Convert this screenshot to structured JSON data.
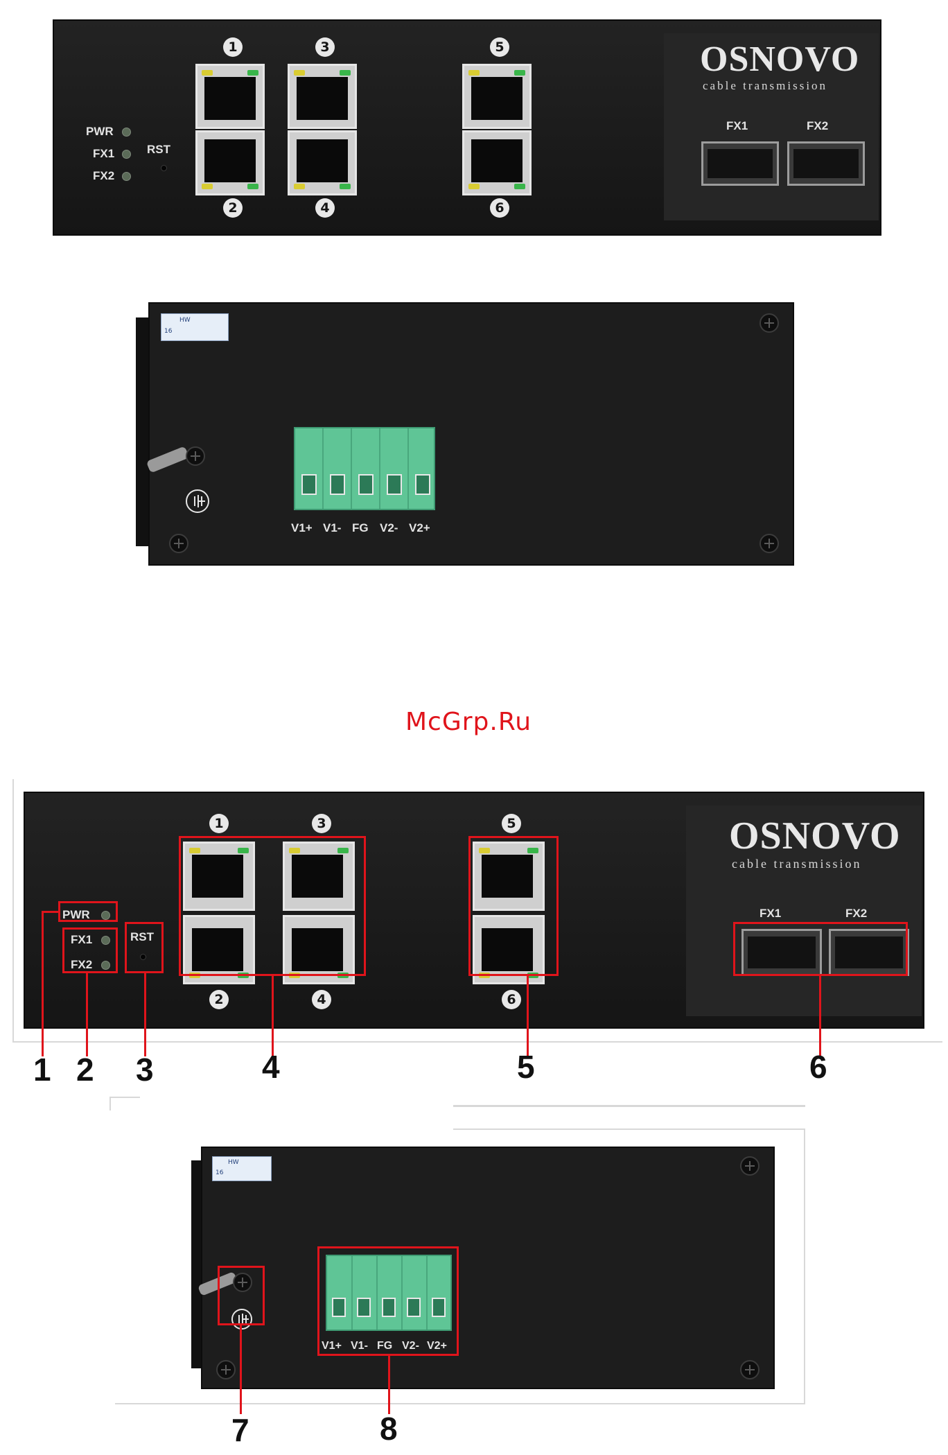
{
  "brand": {
    "name": "OSNOVO",
    "tagline": "cable transmission"
  },
  "front_panel": {
    "leds": [
      "PWR",
      "FX1",
      "FX2"
    ],
    "reset_label": "RST",
    "port_numbers": [
      "1",
      "2",
      "3",
      "4",
      "5",
      "6"
    ],
    "sfp_labels": [
      "FX1",
      "FX2"
    ]
  },
  "rear_panel": {
    "terminal_labels": [
      "V1+",
      "V1-",
      "FG",
      "V2-",
      "V2+"
    ],
    "sticker_text": {
      "line1": "HW",
      "line2": "16"
    }
  },
  "watermark": "McGrp.Ru",
  "callouts": [
    "1",
    "2",
    "3",
    "4",
    "5",
    "6",
    "7",
    "8"
  ],
  "colors": {
    "callout_red": "#e0141b",
    "terminal_green": "#5fc596",
    "led_yellow": "#d9cc32",
    "led_green": "#39b54a"
  }
}
